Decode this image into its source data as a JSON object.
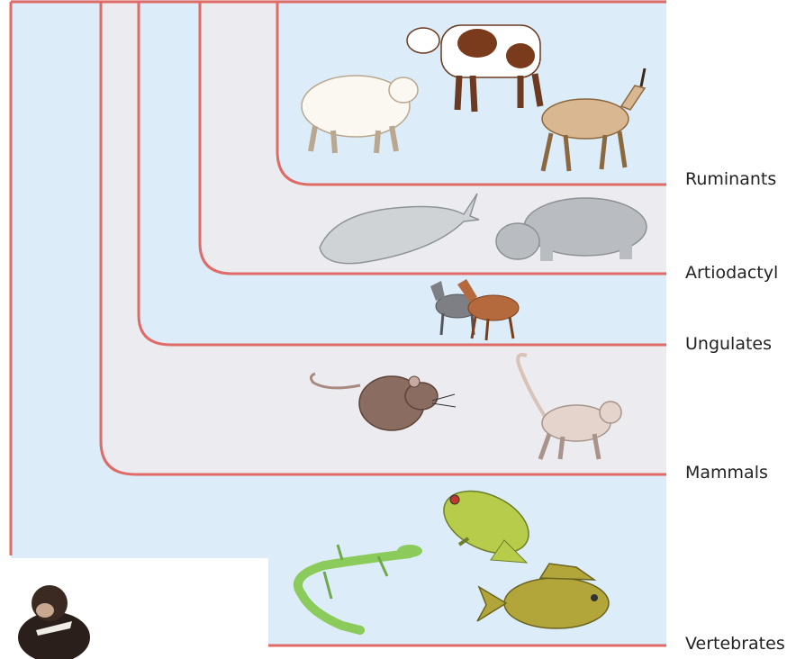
{
  "clade_labels": {
    "ruminants": "Ruminants",
    "artiodactyl": "Artiodactyl",
    "ungulates": "Ungulates",
    "mammals": "Mammals",
    "vertebrates": "Vertebrates"
  },
  "colors": {
    "clade_line": "#e06a66",
    "band_blue": "#dcedf9",
    "band_gray": "#ececf0",
    "label_text": "#222222"
  },
  "illustrations": [
    "sheep-icon",
    "cow-icon",
    "pronghorn-icon",
    "whale-icon",
    "hippo-icon",
    "horse-icon",
    "rat-icon",
    "monkey-icon",
    "frog-icon",
    "lizard-icon",
    "fish-icon",
    "chimpanzee-icon"
  ]
}
